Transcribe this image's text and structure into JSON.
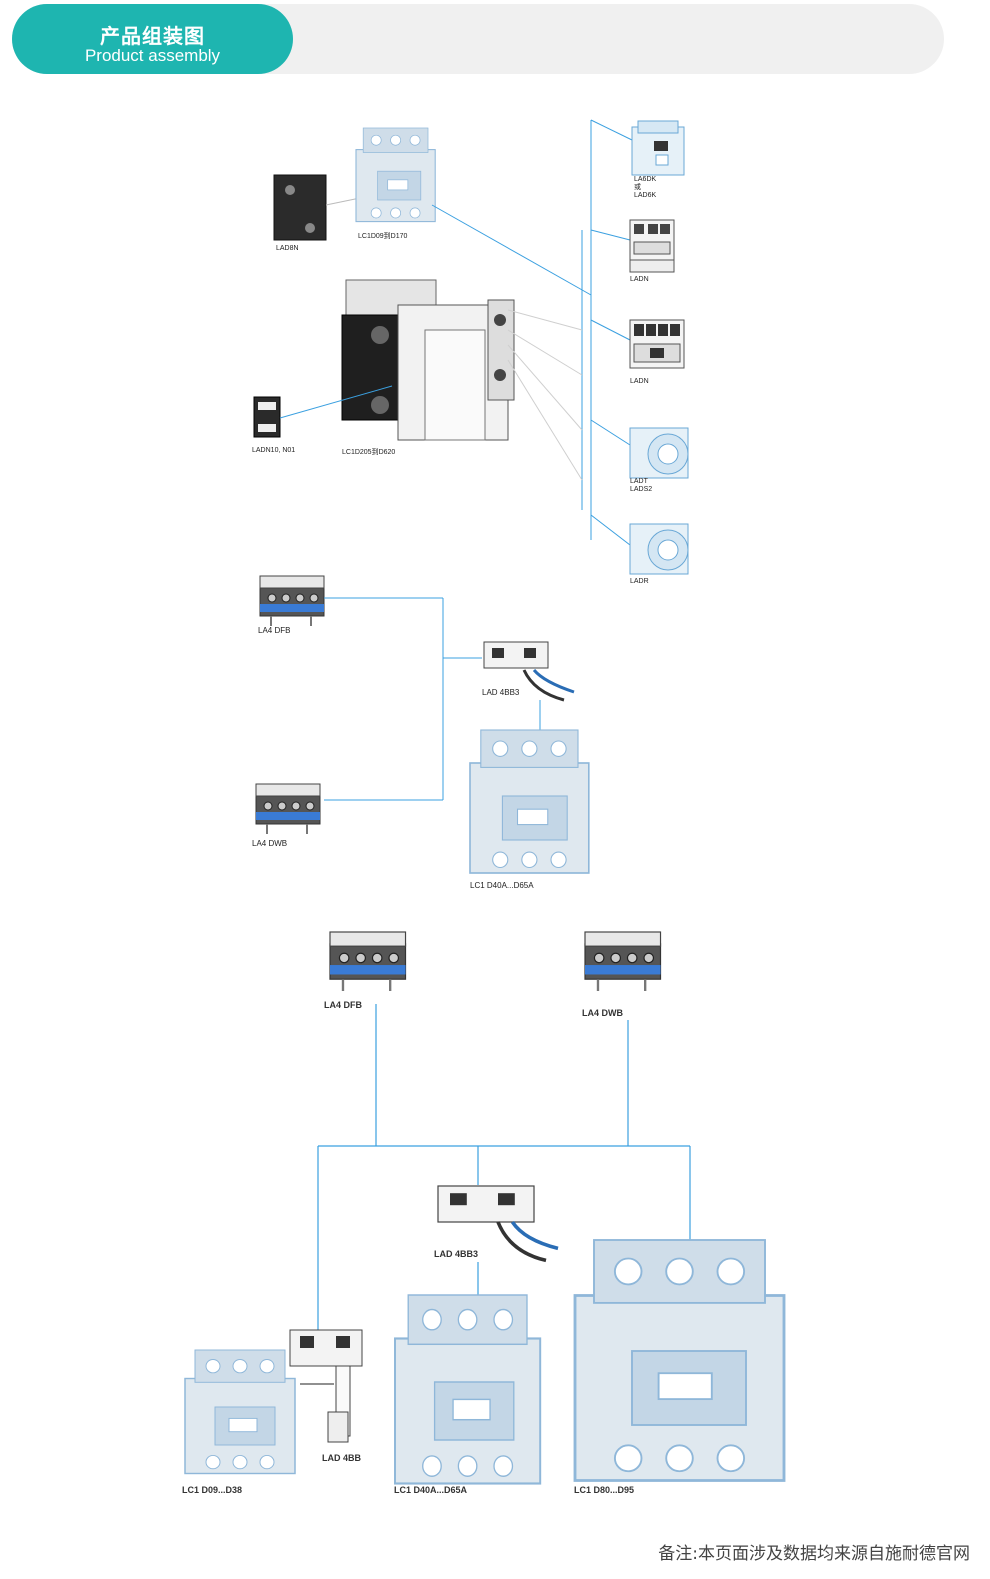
{
  "header": {
    "title_cn": "产品组装图",
    "title_en": "Product assembly",
    "accent_color": "#1eb5b0"
  },
  "section1": {
    "center_top_label": "LC1D09到D170",
    "left_top_label": "LAD8N",
    "left_bottom_label": "LADN10, N01",
    "center_bottom_label": "LC1D205到D620",
    "right_labels": [
      {
        "id": "ladk",
        "line1": "LA6DK",
        "line2": "或",
        "line3": "LAD6K"
      },
      {
        "id": "ladn1",
        "line1": "LADN"
      },
      {
        "id": "ladn2",
        "line1": "LADN"
      },
      {
        "id": "ladt",
        "line1": "LADT",
        "line2": "LADS2"
      },
      {
        "id": "ladr",
        "line1": "LADR"
      }
    ]
  },
  "section2": {
    "top_left": "LA4 DFB",
    "bottom_left": "LA4 DWB",
    "adapter": "LAD 4BB3",
    "contactor": "LC1 D40A...D65A"
  },
  "section3": {
    "top_left": "LA4 DFB",
    "top_right": "LA4 DWB",
    "adapter_center": "LAD 4BB3",
    "adapter_left": "LAD 4BB",
    "contactor_small": "LC1 D09...D38",
    "contactor_mid": "LC1 D40A...D65A",
    "contactor_large": "LC1 D80...D95"
  },
  "footnote": "备注:本页面涉及数据均来源自施耐德官网"
}
